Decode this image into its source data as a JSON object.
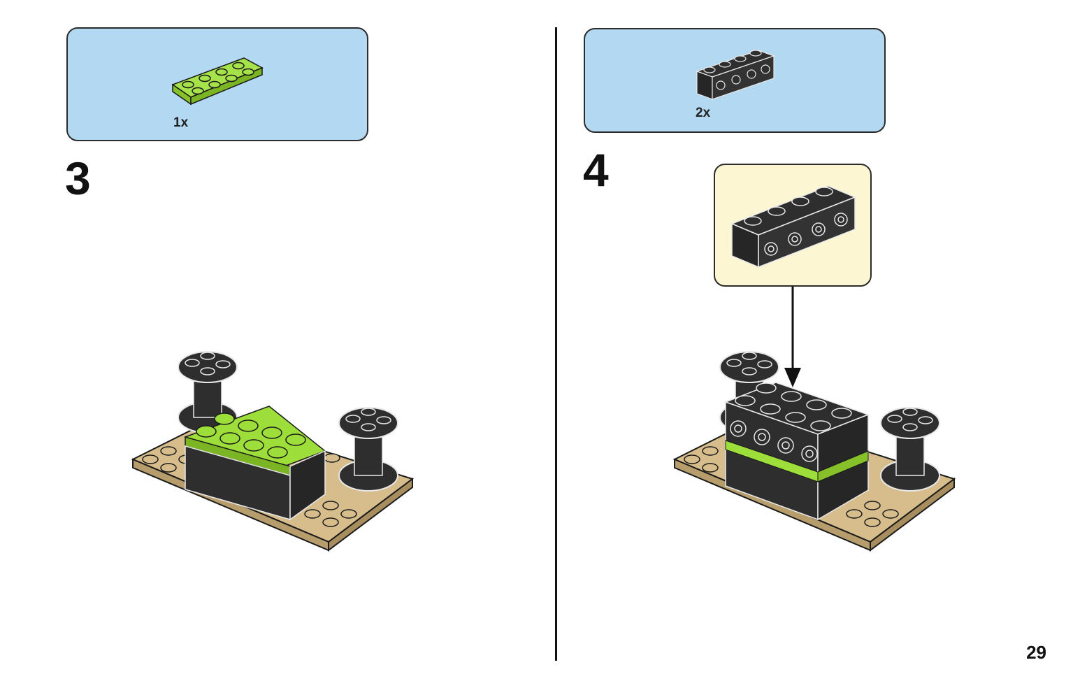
{
  "colors": {
    "parts_box_bg": "#b3d8f2",
    "callout_bg": "#fdf6d3",
    "lime_brick": "#9ede3a",
    "black_brick": "#2e2e2e",
    "tan_plate": "#d7bd8c"
  },
  "steps": [
    {
      "number": "3",
      "parts": [
        {
          "quantity": "1x",
          "piece": "lime-green-2x4-plate"
        }
      ]
    },
    {
      "number": "4",
      "parts": [
        {
          "quantity": "2x",
          "piece": "black-1x4-brick-with-side-studs"
        }
      ]
    }
  ],
  "page": {
    "number": "29"
  }
}
